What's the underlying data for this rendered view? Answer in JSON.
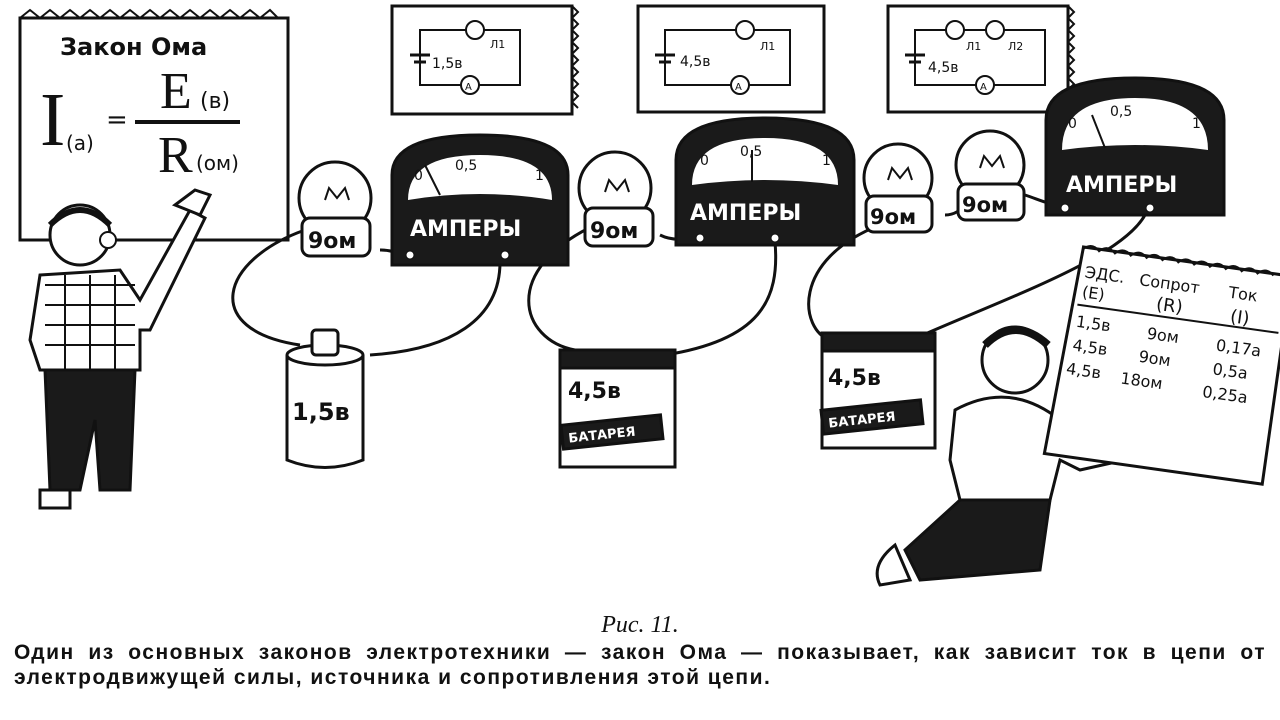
{
  "poster": {
    "title": "Закон Ома",
    "formula_i": "I",
    "formula_i_unit": "(а)",
    "formula_e": "E",
    "formula_e_unit": "(в)",
    "formula_r": "R",
    "formula_r_unit": "(ом)",
    "equals": "="
  },
  "circuits": [
    {
      "voltage": "1,5в",
      "lamps": [
        "Л1"
      ],
      "meter": "A"
    },
    {
      "voltage": "4,5в",
      "lamps": [
        "Л1"
      ],
      "meter": "A"
    },
    {
      "voltage": "4,5в",
      "lamps": [
        "Л1",
        "Л2"
      ],
      "meter": "A"
    }
  ],
  "bulbs": [
    "9ом",
    "9ом",
    "9ом",
    "9ом"
  ],
  "ammeters": [
    {
      "label": "АМПЕРЫ",
      "scale": [
        "0",
        "0,5",
        "1"
      ],
      "reading": 0.17
    },
    {
      "label": "АМПЕРЫ",
      "scale": [
        "0",
        "0,5",
        "1"
      ],
      "reading": 0.5
    },
    {
      "label": "АМПЕРЫ",
      "scale": [
        "0",
        "0,5",
        "1"
      ],
      "reading": 0.25
    }
  ],
  "batteries": [
    {
      "voltage": "1,5в",
      "label": ""
    },
    {
      "voltage": "4,5в",
      "label": "БАТАРЕЯ"
    },
    {
      "voltage": "4,5в",
      "label": "БАТАРЕЯ"
    }
  ],
  "table": {
    "headers": [
      "ЭДС.",
      "Сопрот",
      "Ток"
    ],
    "symbols": [
      "(E)",
      "(R)",
      "(I)"
    ],
    "rows": [
      [
        "1,5в",
        "9ом",
        "0,17а"
      ],
      [
        "4,5в",
        "9ом",
        "0,5а"
      ],
      [
        "4,5в",
        "18ом",
        "0,25а"
      ]
    ]
  },
  "caption": {
    "figure": "Рис. 11.",
    "text": "Один из основных законов электротехники — закон Ома — показывает, как зависит ток в цепи от электродвижущей силы, источника и сопротивления этой цепи."
  }
}
